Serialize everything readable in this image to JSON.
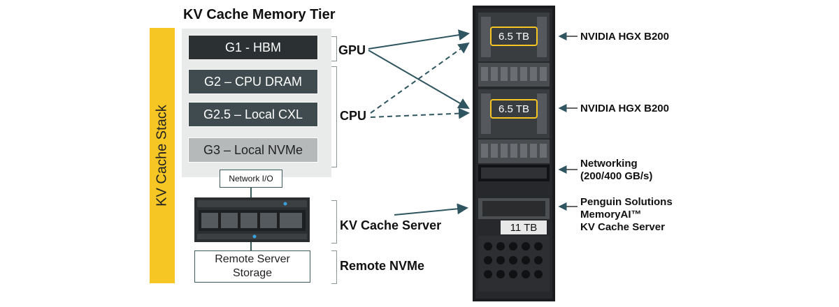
{
  "stack_label": "KV Cache Stack",
  "tier_title": "KV Cache Memory Tier",
  "tiers": [
    {
      "label": "G1 - HBM"
    },
    {
      "label": "G2 – CPU DRAM"
    },
    {
      "label": "G2.5 – Local CXL"
    },
    {
      "label": "G3 – Local NVMe"
    }
  ],
  "group_labels": {
    "gpu": "GPU",
    "cpu": "CPU",
    "kv_cache_server": "KV Cache Server",
    "remote_nvme": "Remote NVMe"
  },
  "network_io": "Network I/O",
  "remote_storage": {
    "line1": "Remote Server",
    "line2": "Storage"
  },
  "rack": {
    "capacity_top": "6.5 TB",
    "capacity_mid": "6.5 TB",
    "capacity_kv": "11 TB",
    "labels": {
      "hgx1": "NVIDIA HGX B200",
      "hgx2": "NVIDIA HGX B200",
      "networking_line1": "Networking",
      "networking_line2": "(200/400 GB/s)",
      "memoryai_line1": "Penguin Solutions",
      "memoryai_line2": "MemoryAI™",
      "memoryai_line3": "KV Cache Server"
    }
  },
  "colors": {
    "accent_yellow": "#f6c624",
    "tier_dark": "#2b3133",
    "tier_mid": "#3f4b4e",
    "tier_light": "#b5b9ba",
    "arrow": "#2e5560"
  }
}
